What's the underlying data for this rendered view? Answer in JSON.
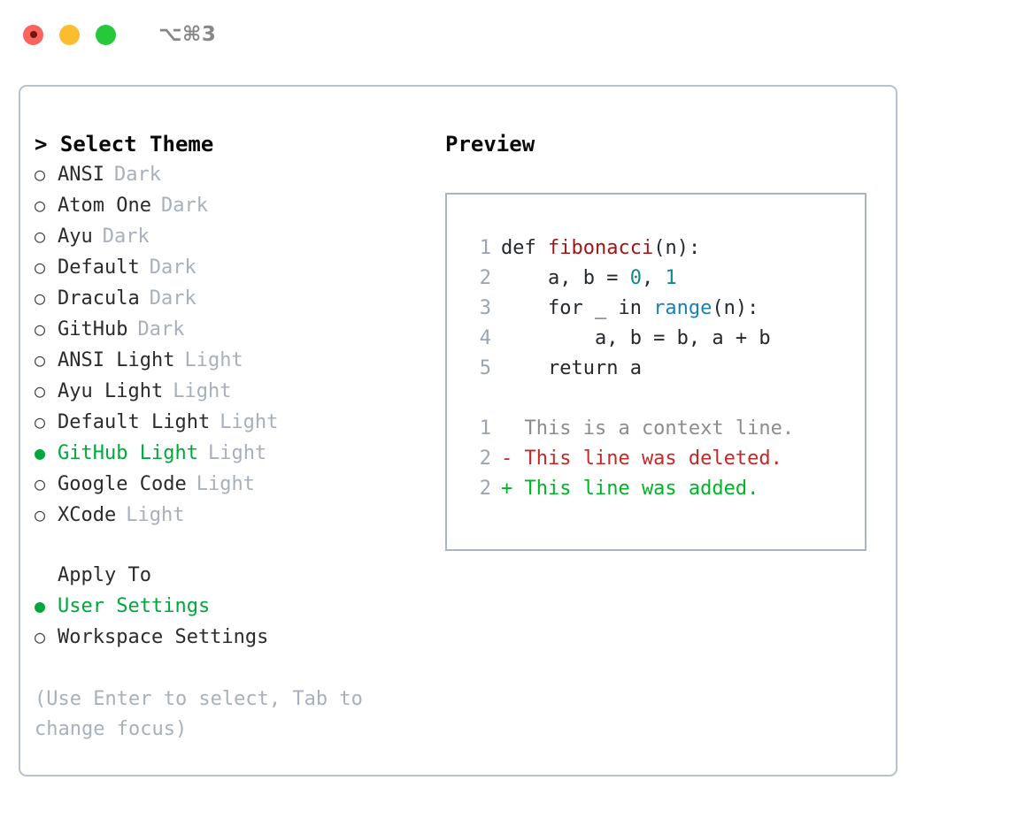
{
  "titlebar": {
    "shortcut": "⌥⌘3",
    "lights": [
      "close",
      "minimize",
      "zoom"
    ]
  },
  "theme_list": {
    "title": "> Select Theme",
    "items": [
      {
        "name": "ANSI",
        "kind": "Dark",
        "selected": false,
        "bullet": "○"
      },
      {
        "name": "Atom One",
        "kind": "Dark",
        "selected": false,
        "bullet": "○"
      },
      {
        "name": "Ayu",
        "kind": "Dark",
        "selected": false,
        "bullet": "○"
      },
      {
        "name": "Default",
        "kind": "Dark",
        "selected": false,
        "bullet": "○"
      },
      {
        "name": "Dracula",
        "kind": "Dark",
        "selected": false,
        "bullet": "○"
      },
      {
        "name": "GitHub",
        "kind": "Dark",
        "selected": false,
        "bullet": "○"
      },
      {
        "name": "ANSI Light",
        "kind": "Light",
        "selected": false,
        "bullet": "○"
      },
      {
        "name": "Ayu Light",
        "kind": "Light",
        "selected": false,
        "bullet": "○"
      },
      {
        "name": "Default Light",
        "kind": "Light",
        "selected": false,
        "bullet": "○"
      },
      {
        "name": "GitHub Light",
        "kind": "Light",
        "selected": true,
        "bullet": "●"
      },
      {
        "name": "Google Code",
        "kind": "Light",
        "selected": false,
        "bullet": "○"
      },
      {
        "name": "XCode",
        "kind": "Light",
        "selected": false,
        "bullet": "○"
      }
    ]
  },
  "apply_to": {
    "heading": "Apply To",
    "options": [
      {
        "label": "User Settings",
        "selected": true,
        "bullet": "●"
      },
      {
        "label": "Workspace Settings",
        "selected": false,
        "bullet": "○"
      }
    ]
  },
  "hint": "(Use Enter to select, Tab to change focus)",
  "preview": {
    "title": "Preview",
    "code_lines": [
      {
        "num": "1",
        "segments": [
          {
            "text": "def ",
            "kind": "plain"
          },
          {
            "text": "fibonacci",
            "kind": "fn"
          },
          {
            "text": "(n):",
            "kind": "plain"
          }
        ]
      },
      {
        "num": "2",
        "segments": [
          {
            "text": "    a, b = ",
            "kind": "plain"
          },
          {
            "text": "0",
            "kind": "num"
          },
          {
            "text": ", ",
            "kind": "plain"
          },
          {
            "text": "1",
            "kind": "num"
          }
        ]
      },
      {
        "num": "3",
        "segments": [
          {
            "text": "    for _ in ",
            "kind": "plain"
          },
          {
            "text": "range",
            "kind": "call"
          },
          {
            "text": "(n):",
            "kind": "plain"
          }
        ]
      },
      {
        "num": "4",
        "segments": [
          {
            "text": "        a, b = b, a + b",
            "kind": "plain"
          }
        ]
      },
      {
        "num": "5",
        "segments": [
          {
            "text": "    return a",
            "kind": "plain"
          }
        ]
      }
    ],
    "diff_lines": [
      {
        "num": "1",
        "marker": " ",
        "text": "  This is a context line.",
        "kind": "context"
      },
      {
        "num": "2",
        "marker": "-",
        "text": "- This line was deleted.",
        "kind": "del"
      },
      {
        "num": "2",
        "marker": "+",
        "text": "+ This line was added.",
        "kind": "add"
      }
    ]
  },
  "colors": {
    "accent_green": "#00a83c",
    "muted": "#a8b0bd",
    "border": "#b8c2cf",
    "preview_border": "#a9b4c4",
    "fn_red": "#a31515",
    "num_teal": "#0f8a8a",
    "call_blue": "#1a7fb5",
    "diff_del": "#c62828",
    "diff_add": "#00b428",
    "diff_context": "#8c8c8c",
    "line_number": "#9aa4b3"
  }
}
